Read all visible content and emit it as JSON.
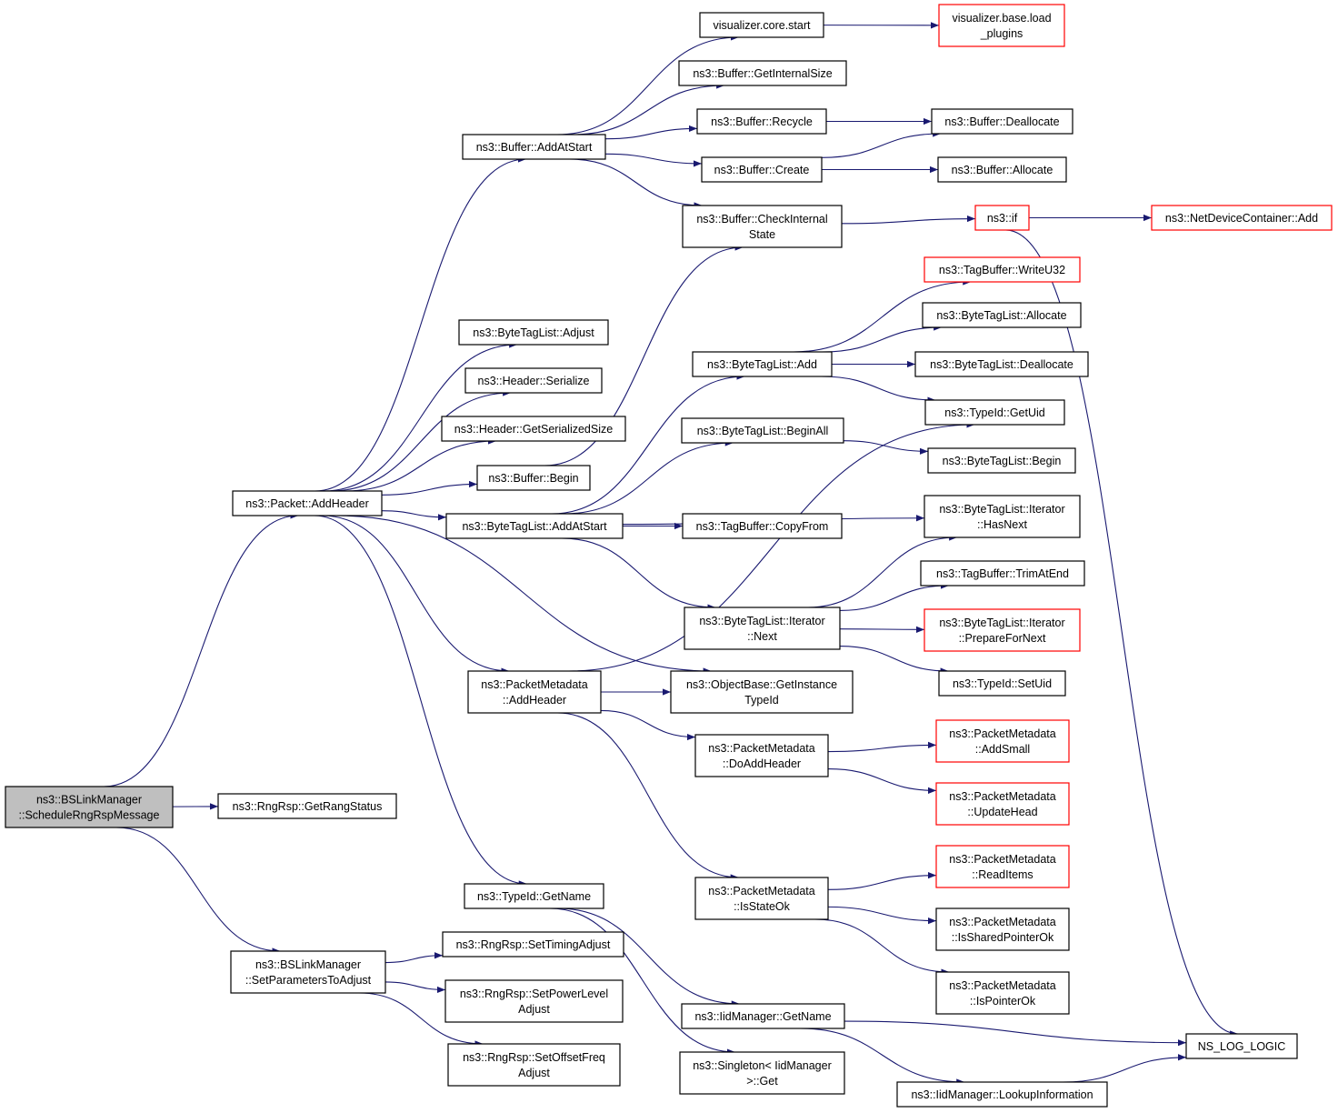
{
  "colors": {
    "edge": "#191970",
    "border_normal": "#000000",
    "border_truncated": "#ff0000",
    "fill_root": "#bfbfbf",
    "fill_normal": "#ffffff"
  },
  "nodes": [
    {
      "id": "root",
      "lines": [
        "ns3::BSLinkManager",
        "::ScheduleRngRspMessage"
      ],
      "style": "root"
    },
    {
      "id": "addheader",
      "lines": [
        "ns3::Packet::AddHeader"
      ],
      "style": "normal"
    },
    {
      "id": "getrangstatus",
      "lines": [
        "ns3::RngRsp::GetRangStatus"
      ],
      "style": "normal"
    },
    {
      "id": "setparams",
      "lines": [
        "ns3::BSLinkManager",
        "::SetParametersToAdjust"
      ],
      "style": "normal"
    },
    {
      "id": "buf_addatstart",
      "lines": [
        "ns3::Buffer::AddAtStart"
      ],
      "style": "normal"
    },
    {
      "id": "btl_adjust",
      "lines": [
        "ns3::ByteTagList::Adjust"
      ],
      "style": "normal"
    },
    {
      "id": "hdr_serialize",
      "lines": [
        "ns3::Header::Serialize"
      ],
      "style": "normal"
    },
    {
      "id": "hdr_getsersize",
      "lines": [
        "ns3::Header::GetSerializedSize"
      ],
      "style": "normal"
    },
    {
      "id": "buf_begin",
      "lines": [
        "ns3::Buffer::Begin"
      ],
      "style": "normal"
    },
    {
      "id": "btl_addatstart",
      "lines": [
        "ns3::ByteTagList::AddAtStart"
      ],
      "style": "normal"
    },
    {
      "id": "pm_addheader",
      "lines": [
        "ns3::PacketMetadata",
        "::AddHeader"
      ],
      "style": "normal"
    },
    {
      "id": "typeid_getname",
      "lines": [
        "ns3::TypeId::GetName"
      ],
      "style": "normal"
    },
    {
      "id": "rr_settiming",
      "lines": [
        "ns3::RngRsp::SetTimingAdjust"
      ],
      "style": "normal"
    },
    {
      "id": "rr_setpower",
      "lines": [
        "ns3::RngRsp::SetPowerLevel",
        "Adjust"
      ],
      "style": "normal"
    },
    {
      "id": "rr_setoffset",
      "lines": [
        "ns3::RngRsp::SetOffsetFreq",
        "Adjust"
      ],
      "style": "normal"
    },
    {
      "id": "vis_core_start",
      "lines": [
        "visualizer.core.start"
      ],
      "style": "normal"
    },
    {
      "id": "buf_getinternalsize",
      "lines": [
        "ns3::Buffer::GetInternalSize"
      ],
      "style": "normal"
    },
    {
      "id": "buf_recycle",
      "lines": [
        "ns3::Buffer::Recycle"
      ],
      "style": "normal"
    },
    {
      "id": "buf_create",
      "lines": [
        "ns3::Buffer::Create"
      ],
      "style": "normal"
    },
    {
      "id": "buf_checkinternal",
      "lines": [
        "ns3::Buffer::CheckInternal",
        "State"
      ],
      "style": "normal"
    },
    {
      "id": "btl_add",
      "lines": [
        "ns3::ByteTagList::Add"
      ],
      "style": "normal"
    },
    {
      "id": "btl_beginall",
      "lines": [
        "ns3::ByteTagList::BeginAll"
      ],
      "style": "normal"
    },
    {
      "id": "tb_copyfrom",
      "lines": [
        "ns3::TagBuffer::CopyFrom"
      ],
      "style": "normal"
    },
    {
      "id": "btl_it_next",
      "lines": [
        "ns3::ByteTagList::Iterator",
        "::Next"
      ],
      "style": "normal"
    },
    {
      "id": "ob_getinstancetypeid",
      "lines": [
        "ns3::ObjectBase::GetInstance",
        "TypeId"
      ],
      "style": "normal"
    },
    {
      "id": "pm_doaddheader",
      "lines": [
        "ns3::PacketMetadata",
        "::DoAddHeader"
      ],
      "style": "normal"
    },
    {
      "id": "pm_isstateok",
      "lines": [
        "ns3::PacketMetadata",
        "::IsStateOk"
      ],
      "style": "normal"
    },
    {
      "id": "iid_getname",
      "lines": [
        "ns3::IidManager::GetName"
      ],
      "style": "normal"
    },
    {
      "id": "singleton_get",
      "lines": [
        "ns3::Singleton< IidManager",
        ">::Get"
      ],
      "style": "normal"
    },
    {
      "id": "vis_base_load",
      "lines": [
        "visualizer.base.load",
        "_plugins"
      ],
      "style": "truncated"
    },
    {
      "id": "buf_deallocate",
      "lines": [
        "ns3::Buffer::Deallocate"
      ],
      "style": "normal"
    },
    {
      "id": "buf_allocate",
      "lines": [
        "ns3::Buffer::Allocate"
      ],
      "style": "normal"
    },
    {
      "id": "ns3_if",
      "lines": [
        "ns3::if"
      ],
      "style": "truncated"
    },
    {
      "id": "ndc_add",
      "lines": [
        "ns3::NetDeviceContainer::Add"
      ],
      "style": "truncated"
    },
    {
      "id": "tb_writeu32",
      "lines": [
        "ns3::TagBuffer::WriteU32"
      ],
      "style": "truncated"
    },
    {
      "id": "btl_allocate",
      "lines": [
        "ns3::ByteTagList::Allocate"
      ],
      "style": "normal"
    },
    {
      "id": "btl_deallocate",
      "lines": [
        "ns3::ByteTagList::Deallocate"
      ],
      "style": "normal"
    },
    {
      "id": "typeid_getuid",
      "lines": [
        "ns3::TypeId::GetUid"
      ],
      "style": "normal"
    },
    {
      "id": "btl_begin",
      "lines": [
        "ns3::ByteTagList::Begin"
      ],
      "style": "normal"
    },
    {
      "id": "btl_it_hasnext",
      "lines": [
        "ns3::ByteTagList::Iterator",
        "::HasNext"
      ],
      "style": "normal"
    },
    {
      "id": "tb_trimatend",
      "lines": [
        "ns3::TagBuffer::TrimAtEnd"
      ],
      "style": "normal"
    },
    {
      "id": "btl_it_prepare",
      "lines": [
        "ns3::ByteTagList::Iterator",
        "::PrepareForNext"
      ],
      "style": "truncated"
    },
    {
      "id": "typeid_setuid",
      "lines": [
        "ns3::TypeId::SetUid"
      ],
      "style": "normal"
    },
    {
      "id": "pm_addsmall",
      "lines": [
        "ns3::PacketMetadata",
        "::AddSmall"
      ],
      "style": "truncated"
    },
    {
      "id": "pm_updatehead",
      "lines": [
        "ns3::PacketMetadata",
        "::UpdateHead"
      ],
      "style": "truncated"
    },
    {
      "id": "pm_readitems",
      "lines": [
        "ns3::PacketMetadata",
        "::ReadItems"
      ],
      "style": "truncated"
    },
    {
      "id": "pm_issharedptrok",
      "lines": [
        "ns3::PacketMetadata",
        "::IsSharedPointerOk"
      ],
      "style": "normal"
    },
    {
      "id": "pm_ispointerok",
      "lines": [
        "ns3::PacketMetadata",
        "::IsPointerOk"
      ],
      "style": "normal"
    },
    {
      "id": "ns_log_logic",
      "lines": [
        "NS_LOG_LOGIC"
      ],
      "style": "normal"
    },
    {
      "id": "iid_lookupinfo",
      "lines": [
        "ns3::IidManager::LookupInformation"
      ],
      "style": "normal"
    }
  ],
  "edges": [
    [
      "root",
      "addheader"
    ],
    [
      "root",
      "getrangstatus"
    ],
    [
      "root",
      "setparams"
    ],
    [
      "addheader",
      "buf_addatstart"
    ],
    [
      "addheader",
      "btl_adjust"
    ],
    [
      "addheader",
      "hdr_serialize"
    ],
    [
      "addheader",
      "hdr_getsersize"
    ],
    [
      "addheader",
      "buf_begin"
    ],
    [
      "addheader",
      "btl_addatstart"
    ],
    [
      "addheader",
      "pm_addheader"
    ],
    [
      "addheader",
      "ob_getinstancetypeid"
    ],
    [
      "addheader",
      "typeid_getname"
    ],
    [
      "setparams",
      "rr_settiming"
    ],
    [
      "setparams",
      "rr_setpower"
    ],
    [
      "setparams",
      "rr_setoffset"
    ],
    [
      "buf_addatstart",
      "vis_core_start"
    ],
    [
      "buf_addatstart",
      "buf_getinternalsize"
    ],
    [
      "buf_addatstart",
      "buf_recycle"
    ],
    [
      "buf_addatstart",
      "buf_create"
    ],
    [
      "buf_addatstart",
      "buf_checkinternal"
    ],
    [
      "vis_core_start",
      "vis_base_load"
    ],
    [
      "buf_recycle",
      "buf_deallocate"
    ],
    [
      "buf_create",
      "buf_deallocate"
    ],
    [
      "buf_create",
      "buf_allocate"
    ],
    [
      "buf_checkinternal",
      "ns3_if"
    ],
    [
      "ns3_if",
      "ndc_add"
    ],
    [
      "ns3_if",
      "ns_log_logic"
    ],
    [
      "buf_begin",
      "buf_checkinternal"
    ],
    [
      "btl_addatstart",
      "btl_add"
    ],
    [
      "btl_addatstart",
      "btl_beginall"
    ],
    [
      "btl_addatstart",
      "btl_it_hasnext"
    ],
    [
      "btl_addatstart",
      "tb_copyfrom"
    ],
    [
      "btl_addatstart",
      "btl_it_next"
    ],
    [
      "btl_add",
      "tb_writeu32"
    ],
    [
      "btl_add",
      "btl_allocate"
    ],
    [
      "btl_add",
      "btl_deallocate"
    ],
    [
      "btl_add",
      "typeid_getuid"
    ],
    [
      "btl_beginall",
      "btl_begin"
    ],
    [
      "btl_it_next",
      "btl_it_hasnext"
    ],
    [
      "btl_it_next",
      "tb_trimatend"
    ],
    [
      "btl_it_next",
      "btl_it_prepare"
    ],
    [
      "btl_it_next",
      "typeid_setuid"
    ],
    [
      "pm_addheader",
      "typeid_getuid"
    ],
    [
      "pm_addheader",
      "ob_getinstancetypeid"
    ],
    [
      "pm_addheader",
      "pm_doaddheader"
    ],
    [
      "pm_addheader",
      "pm_isstateok"
    ],
    [
      "pm_doaddheader",
      "pm_addsmall"
    ],
    [
      "pm_doaddheader",
      "pm_updatehead"
    ],
    [
      "pm_isstateok",
      "pm_readitems"
    ],
    [
      "pm_isstateok",
      "pm_issharedptrok"
    ],
    [
      "pm_isstateok",
      "pm_ispointerok"
    ],
    [
      "typeid_getname",
      "iid_getname"
    ],
    [
      "typeid_getname",
      "singleton_get"
    ],
    [
      "iid_getname",
      "ns_log_logic"
    ],
    [
      "iid_getname",
      "iid_lookupinfo"
    ],
    [
      "iid_lookupinfo",
      "ns_log_logic"
    ]
  ]
}
